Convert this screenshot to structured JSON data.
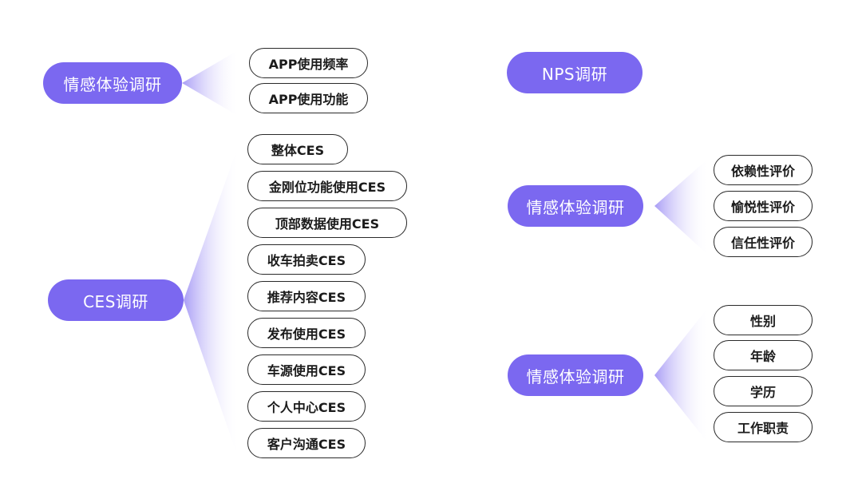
{
  "colors": {
    "parent_fill": "#7b68f0",
    "parent_text": "#ffffff",
    "child_border": "#2a2a2a",
    "fan_start": "#8c7cf2",
    "fan_end": "#ffffff"
  },
  "groups": [
    {
      "label": "情感体验调研",
      "children": [
        "APP使用频率",
        "APP使用功能"
      ]
    },
    {
      "label": "CES调研",
      "children": [
        "整体CES",
        "金刚位功能使用CES",
        "顶部数据使用CES",
        "收车拍卖CES",
        "推荐内容CES",
        "发布使用CES",
        "车源使用CES",
        "个人中心CES",
        "客户沟通CES"
      ]
    },
    {
      "label": "NPS调研",
      "children": []
    },
    {
      "label": "情感体验调研",
      "children": [
        "依赖性评价",
        "愉悦性评价",
        "信任性评价"
      ]
    },
    {
      "label": "情感体验调研",
      "children": [
        "性别",
        "年龄",
        "学历",
        "工作职责"
      ]
    }
  ]
}
